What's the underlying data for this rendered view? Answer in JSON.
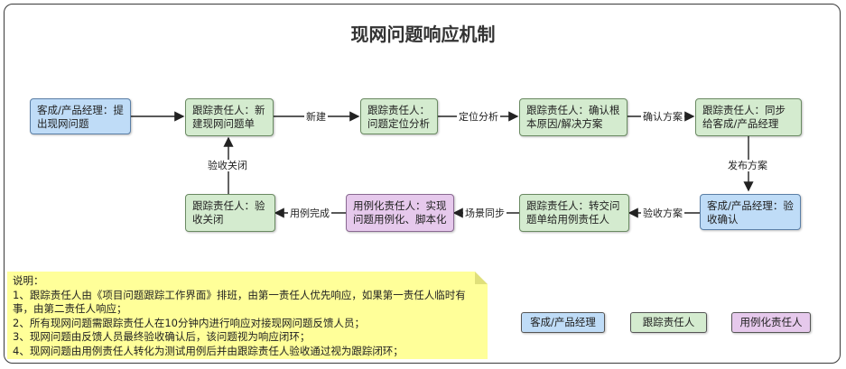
{
  "title": "现网问题响应机制",
  "nodes": {
    "n1": "客成/产品经理：提出现网问题",
    "n2": "跟踪责任人：新建现网问题单",
    "n3": "跟踪责任人：问题定位分析",
    "n4": "跟踪责任人：确认根本原因/解决方案",
    "n5": "跟踪责任人：同步给客成/产品经理",
    "n6": "客成/产品经理：验收确认",
    "n7": "跟踪责任人：转交问题单给用例责任人",
    "n8": "用例化责任人：实现问题用例化、脚本化",
    "n9": "跟踪责任人：验收关闭"
  },
  "edges": {
    "e2": "新建",
    "e3": "定位分析",
    "e4": "确认方案",
    "e5": "发布方案",
    "e6": "验收方案",
    "e7": "场景同步",
    "e8": "用例完成",
    "e9": "验收关闭"
  },
  "note": {
    "heading": "说明：",
    "lines": [
      "1、跟踪责任人由《项目问题跟踪工作界面》排班，由第一责任人优先响应，如果第一责任人临时有事，由第二责任人响应；",
      "2、所有现网问题需跟踪责任人在10分钟内进行响应对接现网问题反馈人员；",
      "3、现网问题由反馈人员最终验收确认后，该问题视为响应闭环；",
      "4、现网问题由用例责任人转化为测试用例后并由跟踪责任人验收通过视为跟踪闭环；"
    ]
  },
  "legend": {
    "customer": "客成/产品经理",
    "tracker": "跟踪责任人",
    "case_owner": "用例化责任人"
  },
  "colors": {
    "customer": "#bfdcf7",
    "tracker": "#d4ebcf",
    "case_owner": "#e6c9ec",
    "note": "#ffff99"
  }
}
